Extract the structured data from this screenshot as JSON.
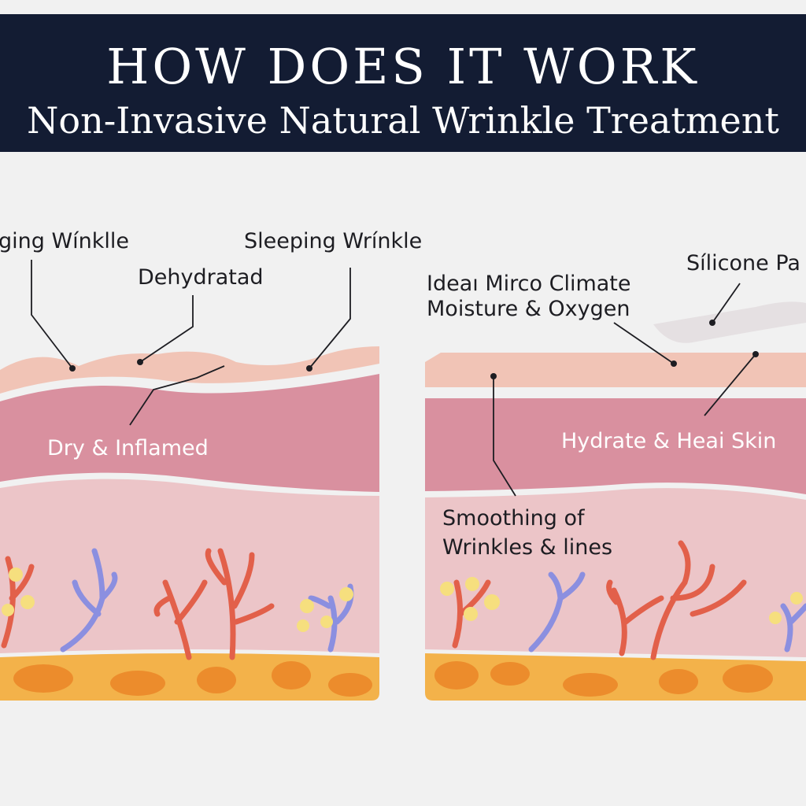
{
  "header": {
    "title": "HOW DOES IT WORK",
    "subtitle": "Non-Invasive Natural Wrinkle Treatment"
  },
  "left_panel": {
    "labels": {
      "aging": "ging Wínklle",
      "sleeping": "Sleeping Wrínkle",
      "dehydrated": "Dehydratad",
      "dry": "Dry & Inflamed"
    }
  },
  "right_panel": {
    "labels": {
      "silicone": "Sílicone Pa",
      "climate_1": "Ideaı Mirco Climate",
      "climate_2": "Moisture & Oxygen",
      "hydrate": "Hydrate & Heai Skin",
      "smooth_1": "Smoothing of",
      "smooth_2": "Wrinkles & lines"
    }
  },
  "colors": {
    "banner": "#131c33",
    "epidermis": "#f1c4b6",
    "dermis": "#d9909f",
    "hypodermis": "#ecc5c8",
    "fat": "#f3b24a",
    "fat_cell": "#ec8c2c",
    "vessel_red": "#e2604a",
    "vessel_blue": "#8b8fe0",
    "yellow": "#f6df7e"
  }
}
